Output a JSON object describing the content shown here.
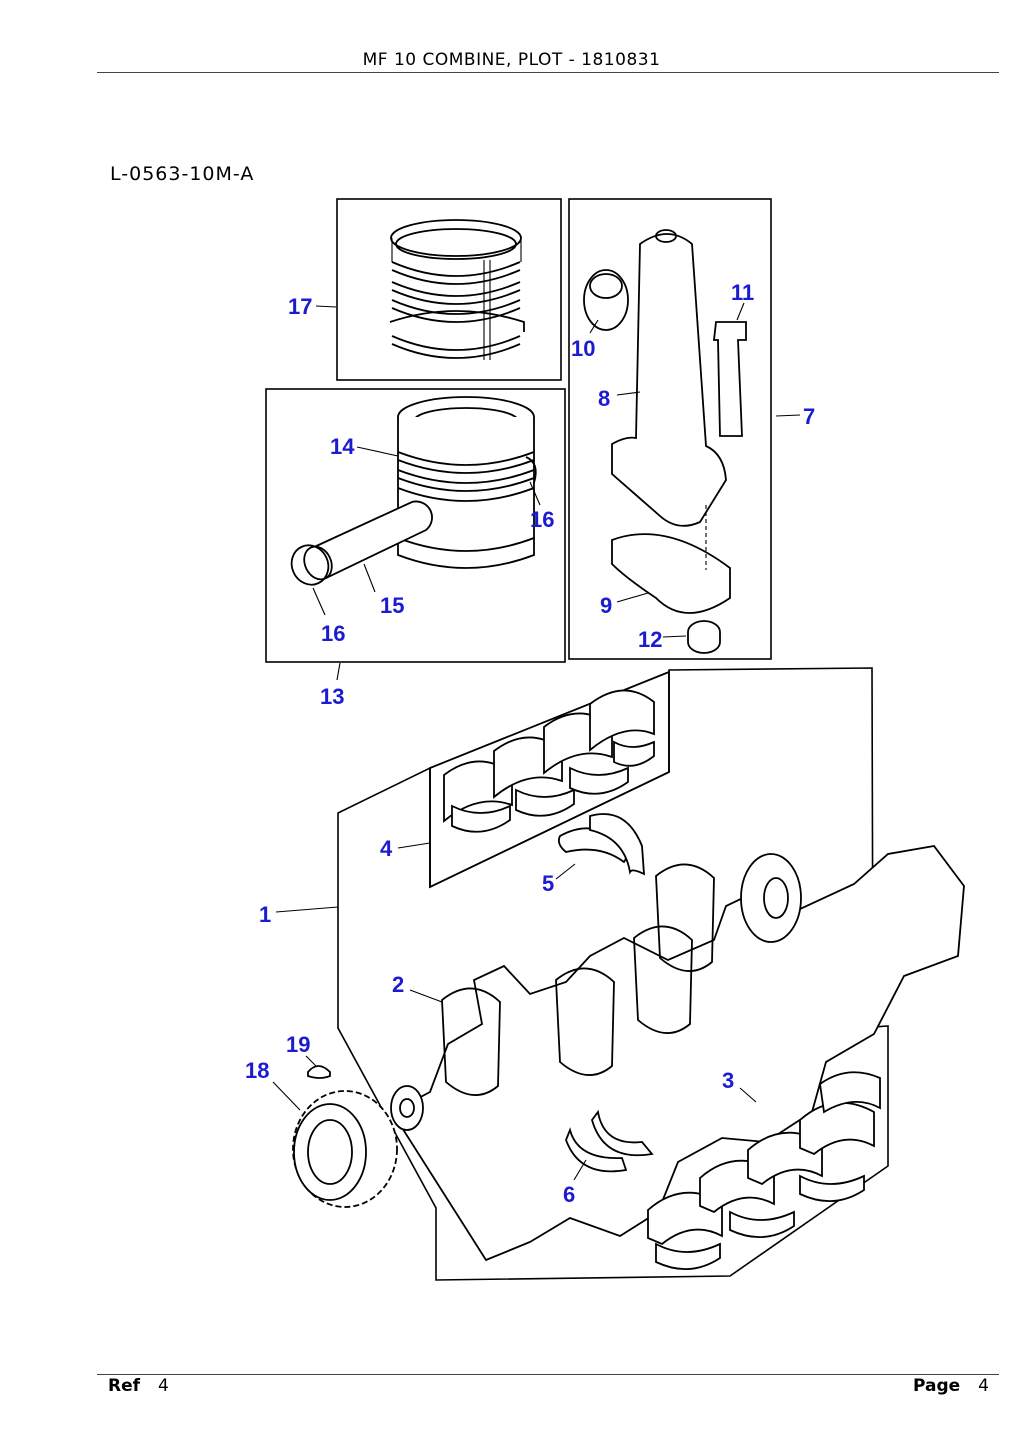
{
  "header": {
    "title": "MF 10 COMBINE, PLOT - 1810831"
  },
  "diagram": {
    "drawing_code": "L-0563-10M-A",
    "callouts": {
      "c1": "1",
      "c2": "2",
      "c3": "3",
      "c4": "4",
      "c5": "5",
      "c6": "6",
      "c7": "7",
      "c8": "8",
      "c9": "9",
      "c10": "10",
      "c11": "11",
      "c12": "12",
      "c13": "13",
      "c14": "14",
      "c15": "15",
      "c16a": "16",
      "c16b": "16",
      "c17": "17",
      "c18": "18",
      "c19": "19"
    }
  },
  "footer": {
    "ref_label": "Ref",
    "ref_value": "4",
    "page_label": "Page",
    "page_value": "4"
  },
  "colors": {
    "callout_text": "#1b1bd0",
    "line_art": "#000000"
  }
}
